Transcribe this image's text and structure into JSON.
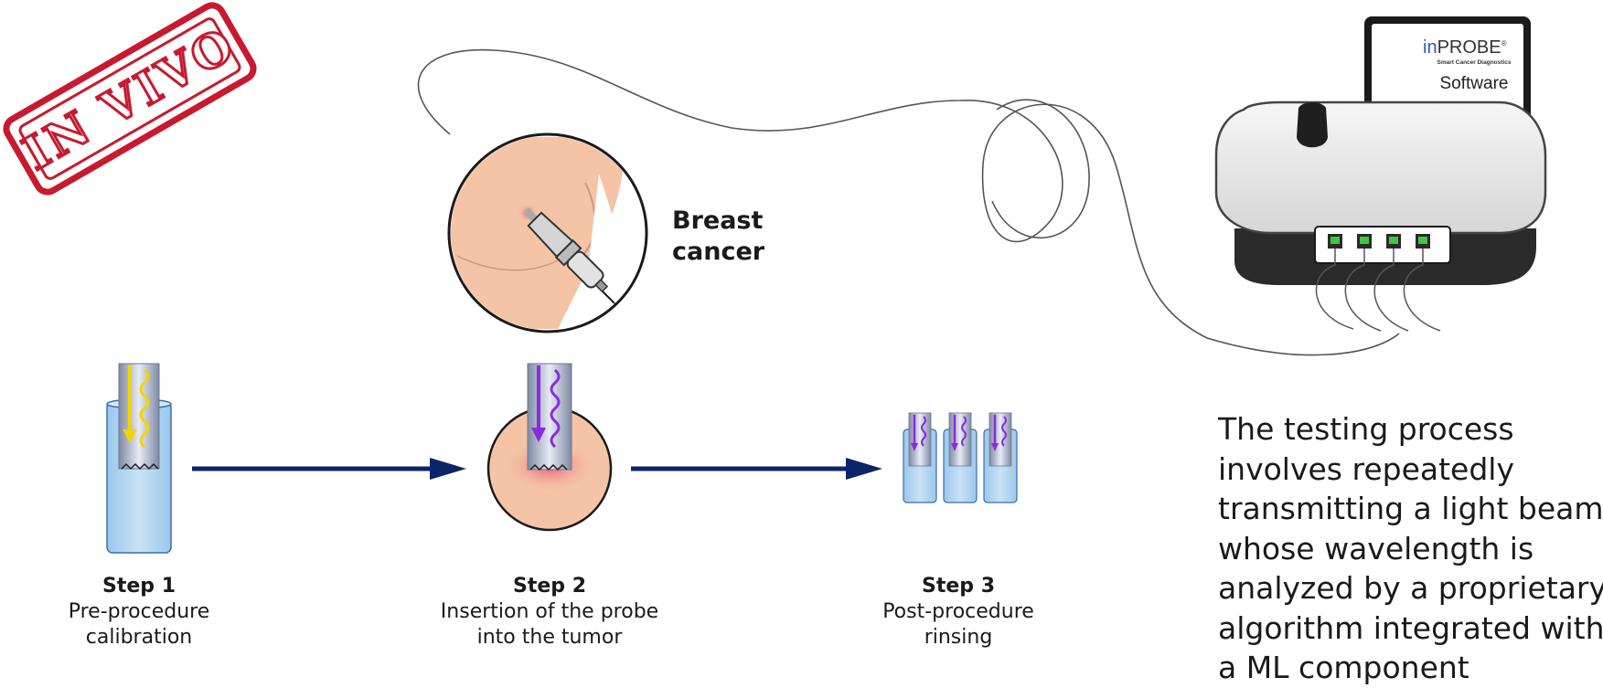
{
  "stamp": {
    "text": "IN VIVO",
    "color": "#c8192e"
  },
  "device": {
    "brand_in": "in",
    "brand_probe": "PROBE",
    "tagline": "Smart Cancer Diagnostics",
    "software_label": "Software",
    "led_color": "#3ec83e"
  },
  "breast_label": {
    "line1": "Breast",
    "line2": "cancer"
  },
  "steps": [
    {
      "title": "Step 1",
      "line1": "Pre-procedure",
      "line2": "calibration"
    },
    {
      "title": "Step 2",
      "line1": "Insertion of the probe",
      "line2": "into the tumor"
    },
    {
      "title": "Step 3",
      "line1": "Post-procedure",
      "line2": "rinsing"
    }
  ],
  "description": [
    "The testing process",
    "involves repeatedly",
    "transmitting a light beam,",
    "whose wavelength is",
    "analyzed by a proprietary",
    "algorithm integrated with",
    "a ML component"
  ],
  "colors": {
    "arrow": "#0d2466",
    "skin": "#f5c4a6",
    "liquid": "#a9d0ef",
    "yellow_beam": "#f2d400",
    "violet_beam": "#8a2be2"
  }
}
